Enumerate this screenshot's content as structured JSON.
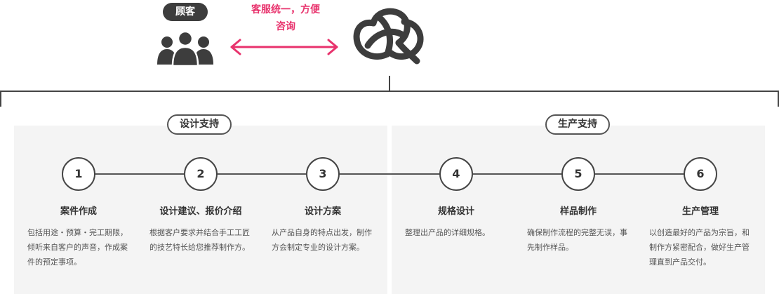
{
  "top": {
    "customer_label": "顾客",
    "arrow_text": "客服统一，方便咨询",
    "accent_color": "#e8336d",
    "icons": [
      "people-icon",
      "knot-logo-icon",
      "double-arrow-icon"
    ]
  },
  "sections": {
    "design": "设计支持",
    "production": "生产支持"
  },
  "steps": [
    {
      "number": "1",
      "title": "案件作成",
      "desc": "包括用途・预算・完工期限，倾听来自客户的声音，作成案件的预定事项。"
    },
    {
      "number": "2",
      "title": "设计建议、报价介绍",
      "desc": "根据客户要求并结合手工工匠的技艺特长给您推荐制作方。"
    },
    {
      "number": "3",
      "title": "设计方案",
      "desc": "从产品自身的特点出发，制作方会制定专业的设计方案。"
    },
    {
      "number": "4",
      "title": "规格设计",
      "desc": "整理出产品的详细规格。"
    },
    {
      "number": "5",
      "title": "样品制作",
      "desc": "确保制作流程的完整无误，事先制作样品。"
    },
    {
      "number": "6",
      "title": "生产管理",
      "desc": "以创造最好的产品为宗旨，和制作方紧密配合，做好生产管理直到产品交付。"
    }
  ]
}
